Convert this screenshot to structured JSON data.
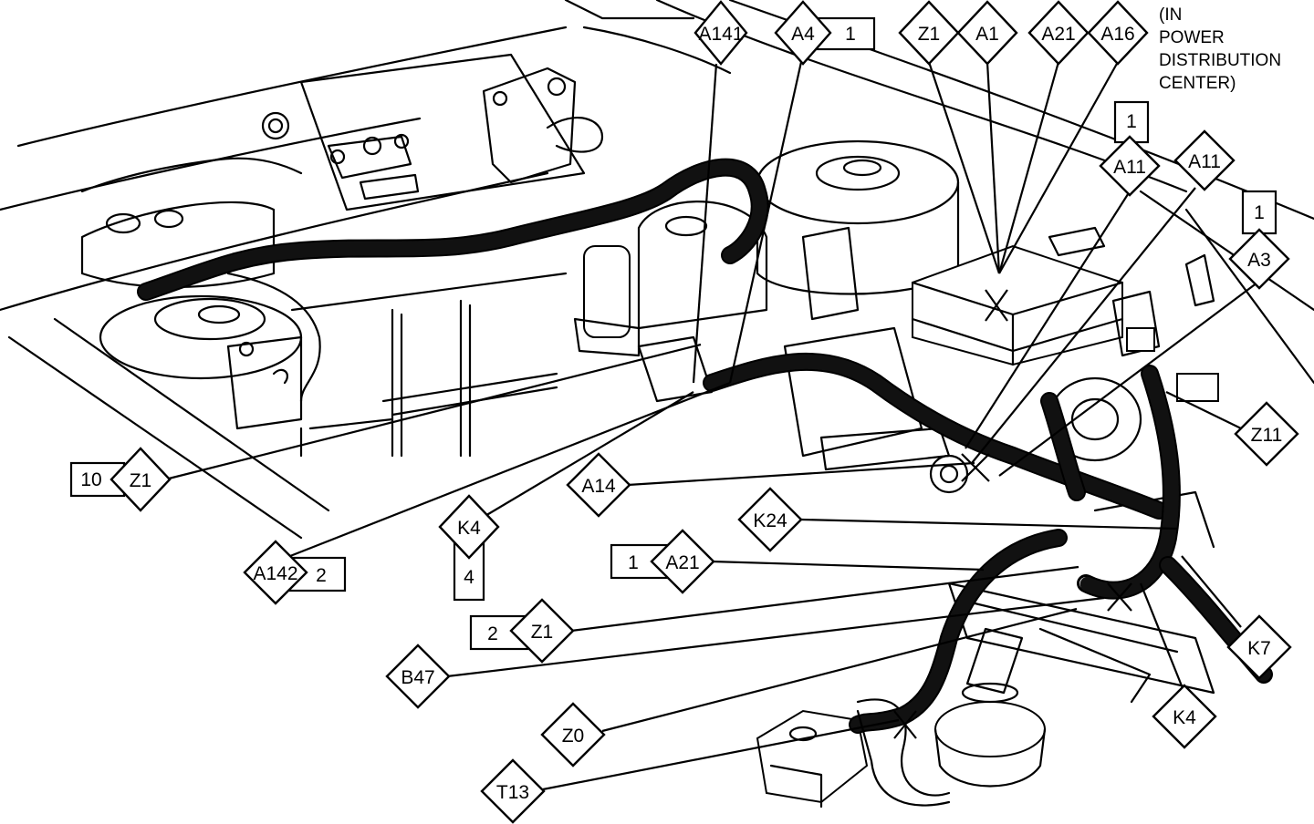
{
  "diagram": {
    "callouts": {
      "a141": "A141",
      "a4": "A4",
      "a4_box": "1",
      "z1_top": "Z1",
      "a1": "A1",
      "a21_top": "A21",
      "a16": "A16",
      "pdc_note_1": "(IN",
      "pdc_note_2": "POWER",
      "pdc_note_3": "DISTRIBUTION",
      "pdc_note_4": "CENTER)",
      "a11_left_box": "1",
      "a11_left": "A11",
      "a11_right": "A11",
      "a3_box": "1",
      "a3": "A3",
      "z11": "Z11",
      "z1_left_box": "10",
      "z1_left": "Z1",
      "a14": "A14",
      "k24": "K24",
      "k4_mid": "K4",
      "k4_mid_box": "4",
      "a142": "A142",
      "a142_box": "2",
      "a21_mid_box": "1",
      "a21_mid": "A21",
      "z1_low_box": "2",
      "z1_low": "Z1",
      "b47": "B47",
      "k7": "K7",
      "k4_low": "K4",
      "z0": "Z0",
      "t13": "T13"
    }
  }
}
